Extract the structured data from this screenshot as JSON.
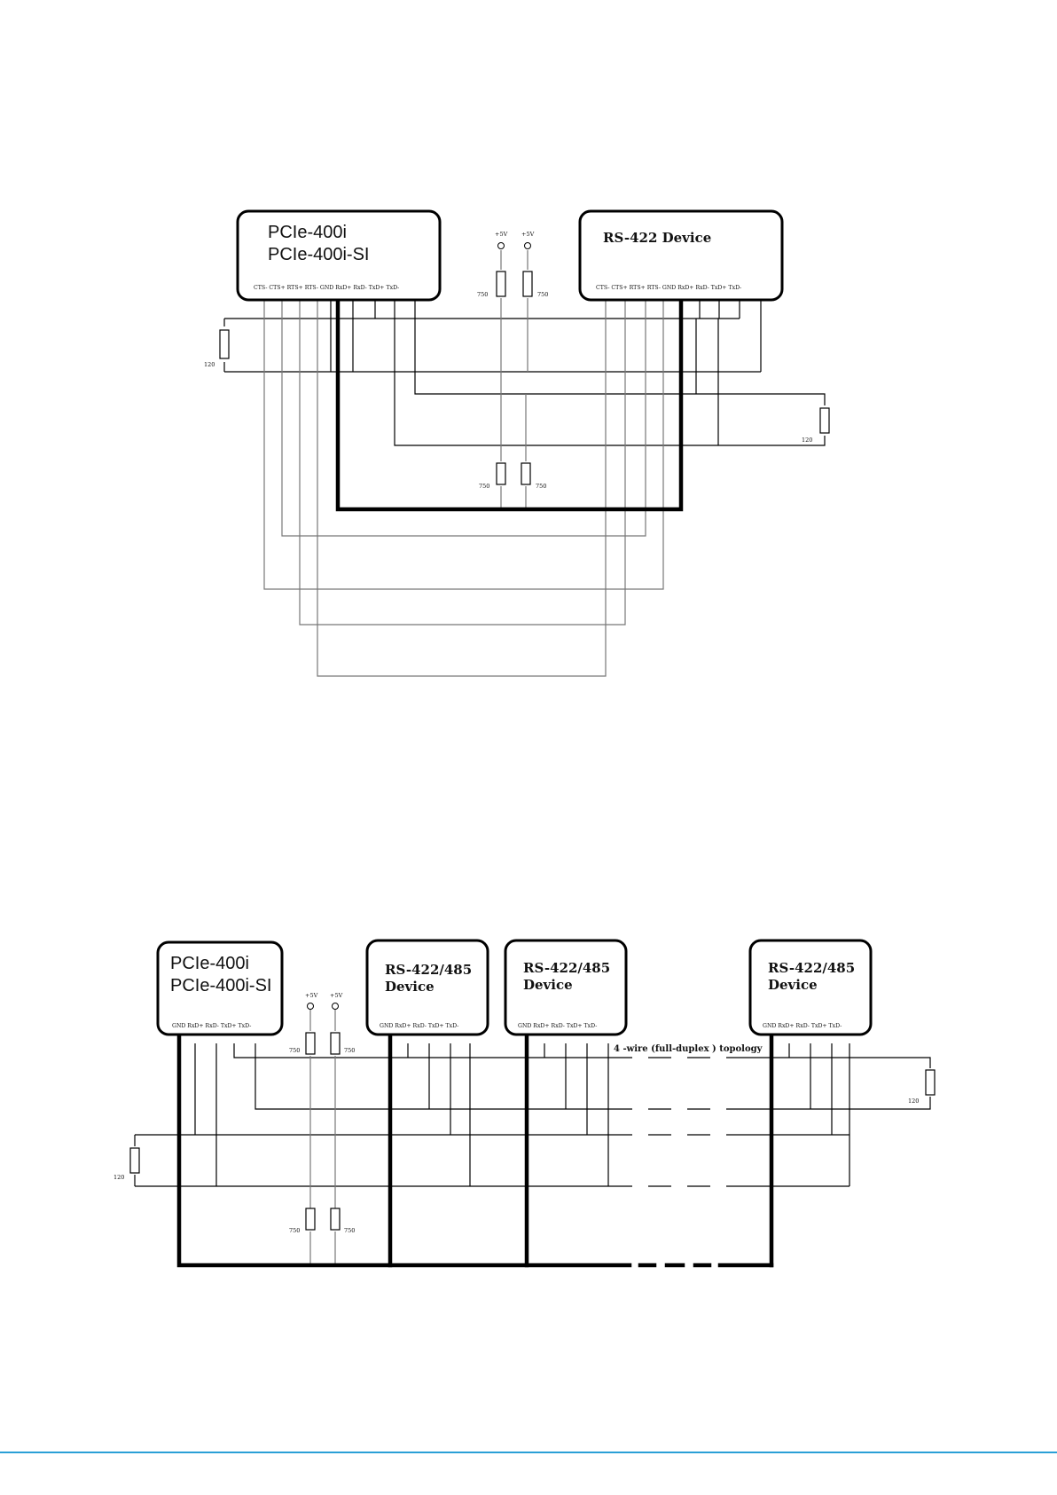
{
  "diagram1": {
    "host": {
      "line1": "PCIe-400i",
      "line2": "PCIe-400i-SI",
      "pins": "CTS- CTS+ RTS+ RTS- GND RxD+ RxD- TxD+ TxD-"
    },
    "device": {
      "title": "RS-422 Device",
      "pins": "CTS- CTS+ RTS+ RTS- GND RxD+ RxD- TxD+ TxD-"
    },
    "supply_left": "+5V",
    "supply_right": "+5V",
    "pullup_left": "750",
    "pullup_right": "750",
    "pulldown_left": "750",
    "pulldown_right": "750",
    "term_left": "120",
    "term_right": "120"
  },
  "diagram2": {
    "host": {
      "line1": "PCIe-400i",
      "line2": "PCIe-400i-SI",
      "pins": "GND RxD+ RxD- TxD+ TxD-"
    },
    "device1": {
      "line1": "RS-422/485",
      "line2": "Device",
      "pins": "GND RxD+ RxD- TxD+ TxD-"
    },
    "device2": {
      "line1": "RS-422/485",
      "line2": "Device",
      "pins": "GND RxD+ RxD- TxD+ TxD-"
    },
    "device3": {
      "line1": "RS-422/485",
      "line2": "Device",
      "pins": "GND RxD+ RxD- TxD+ TxD-"
    },
    "supply_left": "+5V",
    "supply_right": "+5V",
    "pullup_left": "750",
    "pullup_right": "750",
    "pulldown_left": "750",
    "pulldown_right": "750",
    "term_left": "120",
    "term_right": "120",
    "topology_note": "4 -wire (full-duplex ) topology"
  },
  "footer": {
    "rule_color": "#2a9fd6"
  }
}
